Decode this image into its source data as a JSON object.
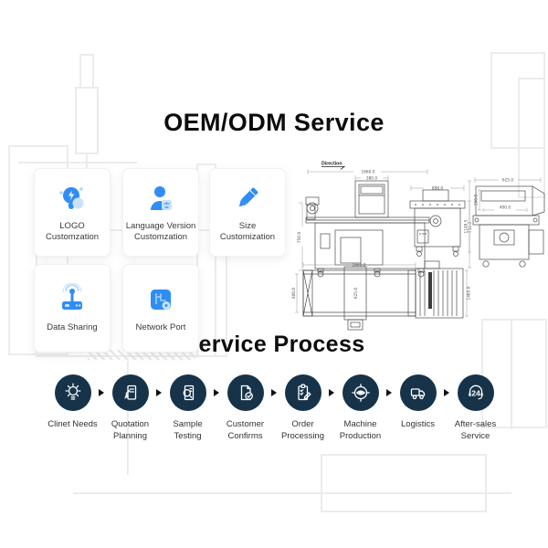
{
  "titles": {
    "main": "OEM/ODM Service",
    "process": "Service Process"
  },
  "colors": {
    "accent_blue": "#2f8df5",
    "light_blue": "#c7e3fc",
    "navy_circle": "#16334a",
    "drawing_line": "#4a4a4a"
  },
  "cards": [
    {
      "icon": "logo-customization-icon",
      "label": "LOGO\nCustomzation"
    },
    {
      "icon": "language-version-icon",
      "label": "Language Version\nCustomzation"
    },
    {
      "icon": "size-customization-icon",
      "label": "Size\nCustomization"
    },
    {
      "icon": "data-sharing-icon",
      "label": "Data Sharing"
    },
    {
      "icon": "network-port-icon",
      "label": "Network Port"
    }
  ],
  "technical_drawing": {
    "direction_label": "Direction",
    "side_view": {
      "length_total": "1660.0",
      "head_width": "380.0",
      "height": "750.0"
    },
    "outfeed_view": {
      "length": "898.0",
      "height": "750.0"
    },
    "end_view": {
      "width": "625.0",
      "belt_width": "400.0",
      "head_height": "350.0",
      "height": "1148.5"
    },
    "plan_view": {
      "length_total": "1660.0",
      "belt_width": "400.0",
      "head_length": "625.0",
      "roller_length": "1405.0"
    }
  },
  "process": {
    "steps": [
      {
        "icon": "bulb-icon",
        "label": "Clinet Needs"
      },
      {
        "icon": "quotation-planning-icon",
        "label": "Quotation\nPlanning"
      },
      {
        "icon": "sample-testing-icon",
        "label": "Sample\nTesting"
      },
      {
        "icon": "customer-confirms-icon",
        "label": "Customer\nConfirms"
      },
      {
        "icon": "order-processing-icon",
        "label": "Order\nProcessing"
      },
      {
        "icon": "machine-production-icon",
        "label": "Machine\nProduction"
      },
      {
        "icon": "logistics-icon",
        "label": "Logistics"
      },
      {
        "icon": "after-sales-icon",
        "label": "After-sales\nService",
        "badge": "24"
      }
    ]
  }
}
